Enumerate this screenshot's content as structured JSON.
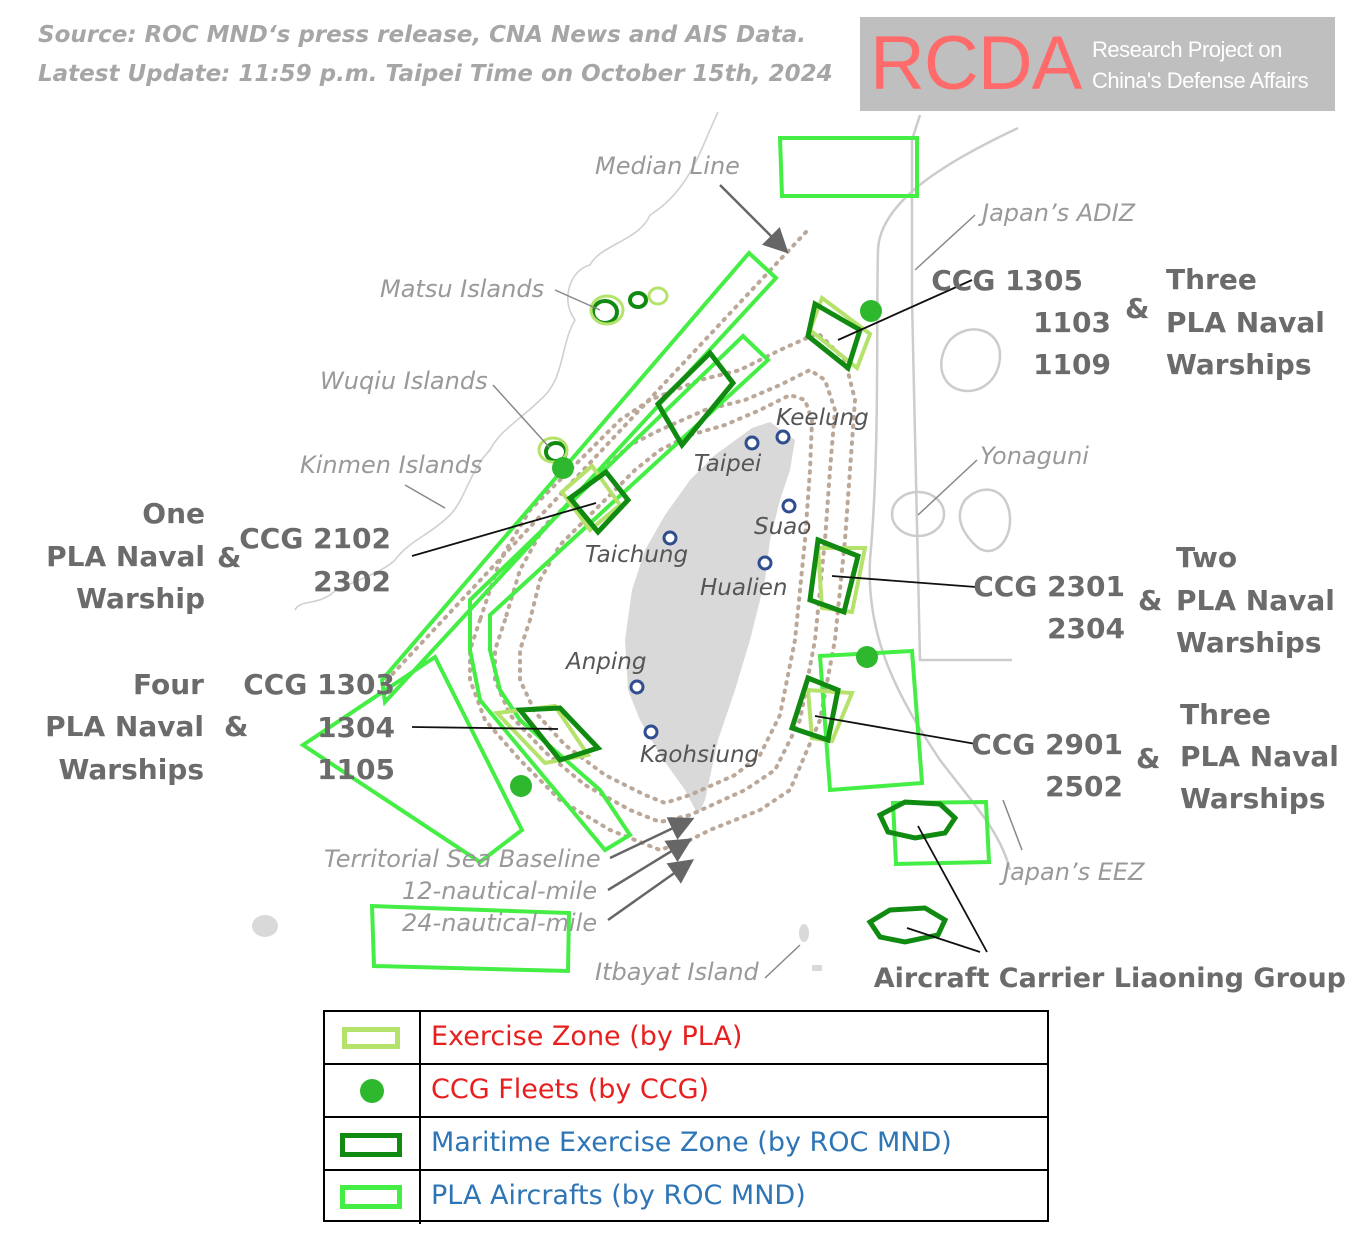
{
  "header": {
    "source_line": "Source: ROC MND‘s press release, CNA News and AIS Data.",
    "update_line": "Latest Update: 11:59 p.m. Taipei Time on October 15th, 2024"
  },
  "logo": {
    "main": "RCDA",
    "sub_line1": "Research Project on",
    "sub_line2": "China's Defense Affairs",
    "main_color": "#ff6b6b",
    "background": "#bfbfbf"
  },
  "map_labels": {
    "median_line": "Median Line",
    "japan_adiz": "Japan’s ADIZ",
    "matsu": "Matsu Islands",
    "wuqiu": "Wuqiu Islands",
    "kinmen": "Kinmen Islands",
    "yonaguni": "Yonaguni",
    "japan_eez": "Japan’s EEZ",
    "territorial_sea": "Territorial Sea Baseline",
    "nm12": "12-nautical-mile",
    "nm24": "24-nautical-mile",
    "itbayat": "Itbayat Island"
  },
  "cities": [
    "Keelung",
    "Taipei",
    "Suao",
    "Taichung",
    "Hualien",
    "Anping",
    "Kaohsiung"
  ],
  "callouts": {
    "ne": {
      "ccg": [
        "CCG 1305",
        "1103",
        "1109"
      ],
      "amp": "&",
      "pla": [
        "Three",
        "PLA Naval",
        "Warships"
      ]
    },
    "w": {
      "pla": [
        "One",
        "PLA Naval",
        "Warship"
      ],
      "amp": "&",
      "ccg": [
        "CCG 2102",
        "2302"
      ]
    },
    "e": {
      "ccg": [
        "CCG 2301",
        "2304"
      ],
      "amp": "&",
      "pla": [
        "Two",
        "PLA Naval",
        "Warships"
      ]
    },
    "sw": {
      "pla": [
        "Four",
        "PLA Naval",
        "Warships"
      ],
      "amp": "&",
      "ccg": [
        "CCG 1303",
        "1304",
        "1105"
      ]
    },
    "se": {
      "ccg": [
        "CCG 2901",
        "2502"
      ],
      "amp": "&",
      "pla": [
        "Three",
        "PLA Naval",
        "Warships"
      ]
    },
    "carrier": "Aircraft Carrier Liaoning Group"
  },
  "legend": [
    {
      "label": "Exercise Zone (by PLA)",
      "symbol": "light-green-rect",
      "color": "#e81f1f",
      "symbol_color": "#b5e26a"
    },
    {
      "label": "CCG Fleets (by CCG)",
      "symbol": "green-dot",
      "color": "#e81f1f",
      "symbol_color": "#2db82d"
    },
    {
      "label": "Maritime Exercise Zone (by ROC MND)",
      "symbol": "dark-green-rect",
      "color": "#2e75b6",
      "symbol_color": "#118a11"
    },
    {
      "label": "PLA Aircrafts (by ROC MND)",
      "symbol": "bright-green-rect",
      "color": "#2e75b6",
      "symbol_color": "#44ee44"
    }
  ],
  "colors": {
    "aircraft_zone": "#44ee44",
    "pla_zone": "#b5e26a",
    "roc_zone": "#118a11",
    "ccg_dot": "#2db82d",
    "city_marker": "#2f4d8f",
    "land": "#d9d9d9"
  }
}
